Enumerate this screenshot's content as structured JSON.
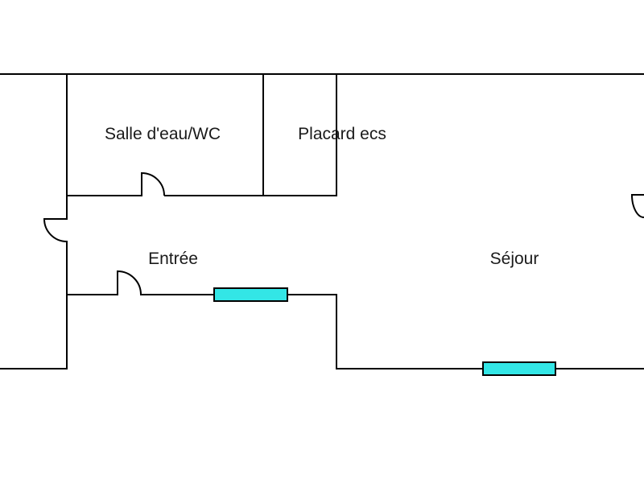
{
  "rooms": {
    "salle_eau": "Salle d'eau/WC",
    "placard": "Placard ecs",
    "entree": "Entrée",
    "sejour": "Séjour"
  },
  "colors": {
    "wall": "#000000",
    "window": "#33e6e6",
    "background": "#ffffff"
  }
}
